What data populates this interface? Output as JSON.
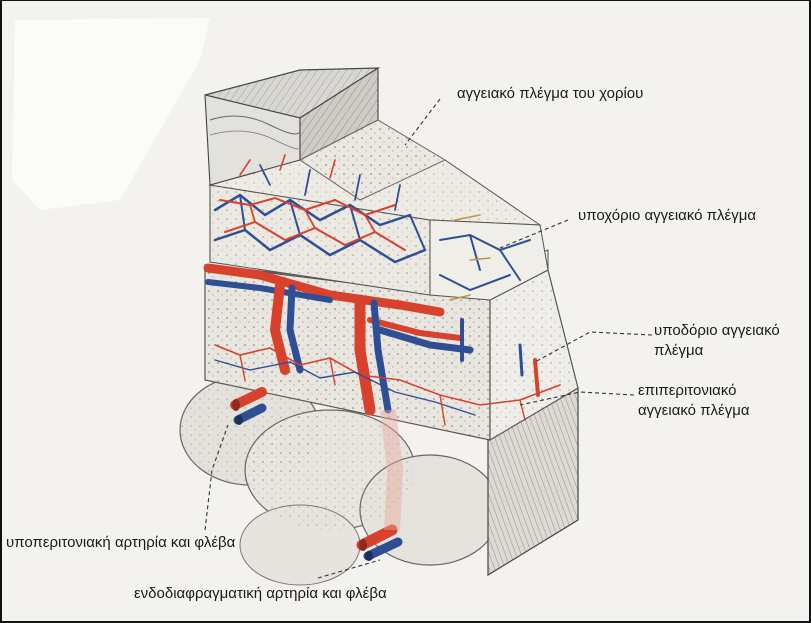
{
  "labels": {
    "dermis_plexus": "αγγειακό πλέγμα του χορίου",
    "subdermal_plexus": "υποχόριο αγγειακό πλέγμα",
    "subcutaneous_plexus_line1": "υποδόριο αγγειακό",
    "subcutaneous_plexus_line2": "πλέγμα",
    "epiperitoneal_plexus_line1": "επιπεριτονιακό",
    "epiperitoneal_plexus_line2": "αγγειακό πλέγμα",
    "subperitoneal_vessels": "υποπεριτονιακή αρτηρία και φλέβα",
    "intermuscular_vessels": "ενδοδιαφραγματική αρτηρία και φλέβα"
  },
  "colors": {
    "artery": "#d8412c",
    "vein": "#2e4f94",
    "tissue": "#e9e6df",
    "outline": "#555555"
  }
}
